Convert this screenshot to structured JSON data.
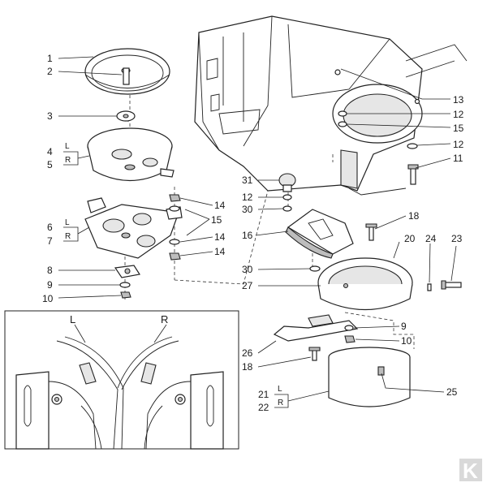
{
  "labels": {
    "l1": "1",
    "l2": "2",
    "l3": "3",
    "l4": "4",
    "l4s": "L",
    "l5": "5",
    "l5s": "R",
    "l6": "6",
    "l6s": "L",
    "l7": "7",
    "l7s": "R",
    "l8": "8",
    "l9a": "9",
    "l10a": "10",
    "l14a": "14",
    "l15a": "15",
    "l14b": "14",
    "l14c": "14",
    "l13": "13",
    "l12a": "12",
    "l15b": "15",
    "l12b": "12",
    "l11": "11",
    "l31": "31",
    "l12c": "12",
    "l30a": "30",
    "l18a": "18",
    "l16": "16",
    "l20": "20",
    "l24": "24",
    "l23": "23",
    "l30b": "30",
    "l27": "27",
    "l9b": "9",
    "l10b": "10",
    "l26": "26",
    "l18b": "18",
    "l21": "21",
    "l21s": "L",
    "l22": "22",
    "l22s": "R",
    "l25": "25",
    "inset_left": "L",
    "inset_right": "R"
  },
  "logo": {
    "text": "K"
  },
  "colors": {
    "line": "#222222",
    "fill_light": "#e6e6e6",
    "fill_dark": "#bdbdbd"
  }
}
